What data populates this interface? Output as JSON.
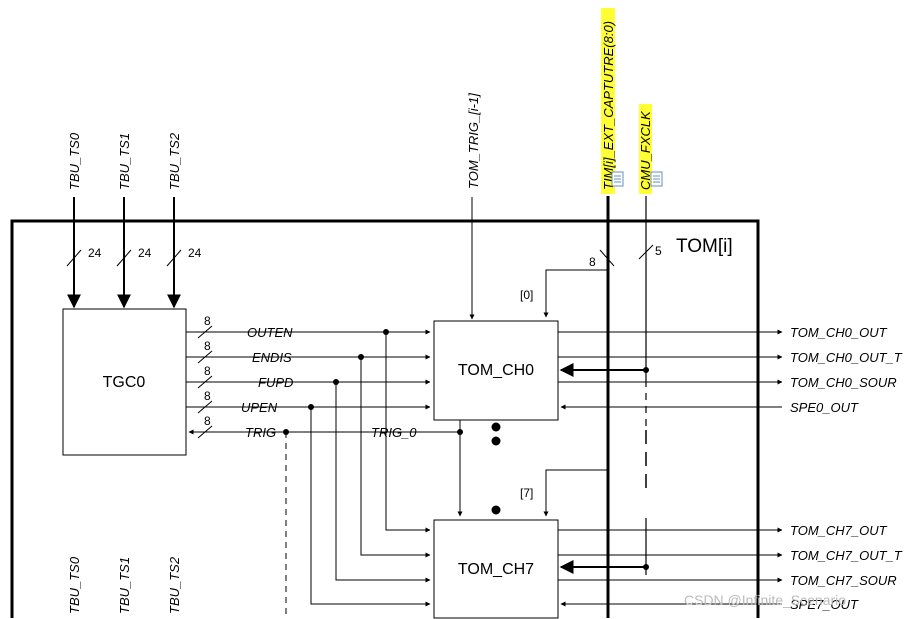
{
  "module_title": "TOM[i]",
  "blocks": {
    "tgc": "TGC0",
    "ch0": "TOM_CH0",
    "ch7": "TOM_CH7"
  },
  "inputs_top": {
    "ts0": "TBU_TS0",
    "ts1": "TBU_TS1",
    "ts2": "TBU_TS2",
    "trig_prev": "TOM_TRIG_[i-1]",
    "ext_capture": "TIM[i]_EXT_CAPTUTRE(8:0)",
    "fxclk": "CMU_FXCLK"
  },
  "bus_widths": {
    "ts0": "24",
    "ts1": "24",
    "ts2": "24",
    "ext": "8",
    "fxclk": "5",
    "outen": "8",
    "endis": "8",
    "fupd": "8",
    "upen": "8",
    "trig": "8"
  },
  "signals": {
    "outen": "OUTEN",
    "endis": "ENDIS",
    "fupd": "FUPD",
    "upen": "UPEN",
    "trig": "TRIG",
    "trig0": "TRIG_0"
  },
  "index_labels": {
    "ch0": "[0]",
    "ch7": "[7]"
  },
  "outputs_ch0": [
    "TOM_CH0_OUT",
    "TOM_CH0_OUT_T",
    "TOM_CH0_SOUR",
    "SPE0_OUT"
  ],
  "outputs_ch7": [
    "TOM_CH7_OUT",
    "TOM_CH7_OUT_T",
    "TOM_CH7_SOUR",
    "SPE7_OUT"
  ],
  "bottom_labels": [
    "TBU_TS0",
    "TBU_TS1",
    "TBU_TS2"
  ],
  "watermark": "CSDN @Infinite_Scenario",
  "colors": {
    "highlight": "#ffff33",
    "line": "#000000",
    "note_icon": "#6a8fc0"
  }
}
